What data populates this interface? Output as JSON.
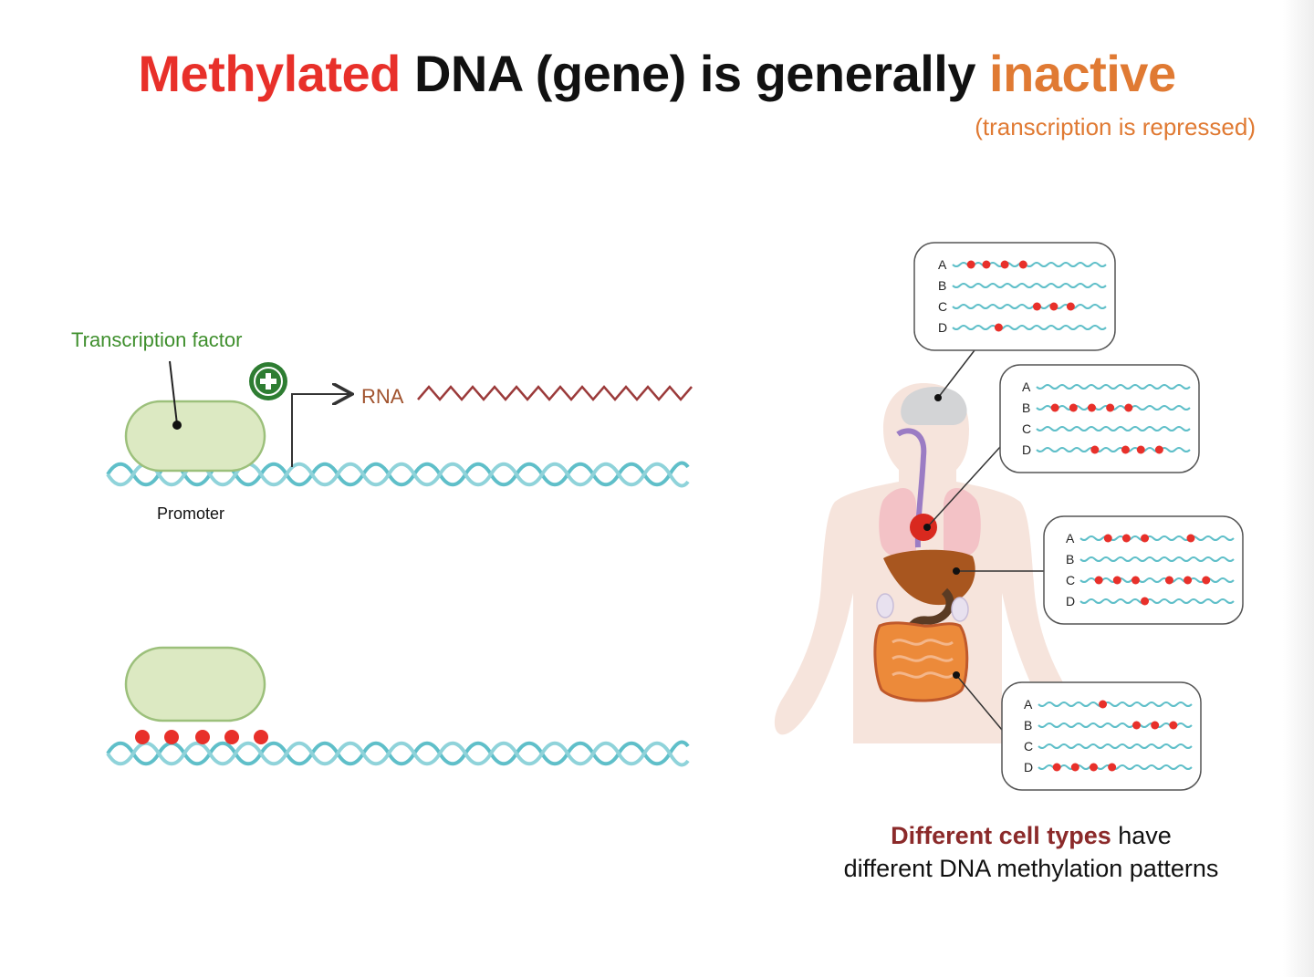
{
  "title": {
    "part1": "Methylated",
    "part2": " DNA (gene) is generally ",
    "part3": "inactive"
  },
  "subtitle": "(transcription is repressed)",
  "active_panel": {
    "tf_label": "Transcription factor",
    "rna_label": "RNA",
    "promoter_label": "Promoter"
  },
  "caption": {
    "highlight": "Different cell types",
    "rest1": " have",
    "line2": "different DNA methylation patterns"
  },
  "row_labels": [
    "A",
    "B",
    "C",
    "D"
  ],
  "colors": {
    "methyl_red": "#e8302a",
    "inactive_orange": "#e07a33",
    "tf_green_label": "#3f8f2d",
    "tf_fill": "#dce9c2",
    "tf_stroke": "#9cc07b",
    "plus_green": "#2e7d32",
    "rna_brown": "#a0522d",
    "rna_wave": "#9b3a3a",
    "dna_teal": "#5fbfc9",
    "caption_maroon": "#8b2a2a"
  },
  "icons": [
    "plus-icon",
    "arrow-icon",
    "human-body-icon"
  ]
}
